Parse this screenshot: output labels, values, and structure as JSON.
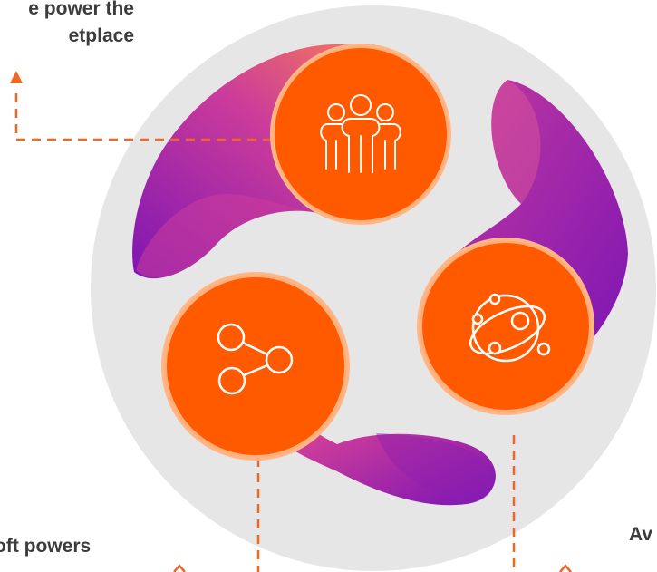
{
  "captions": {
    "top_line1": "e power the",
    "top_line2": "etplace",
    "bottom_left": "oft powers",
    "bottom_right": "Av"
  },
  "colors": {
    "orange": "#ff5a00",
    "orange_light": "#ff9a5c",
    "magenta": "#c8329b",
    "purple": "#8a1bb4",
    "backdrop": "#e6e6e6",
    "connector": "#f26522",
    "icon": "#ffffff"
  },
  "icons": {
    "top": "people-group-icon",
    "left": "share-network-icon",
    "right": "orbit-connections-icon"
  }
}
